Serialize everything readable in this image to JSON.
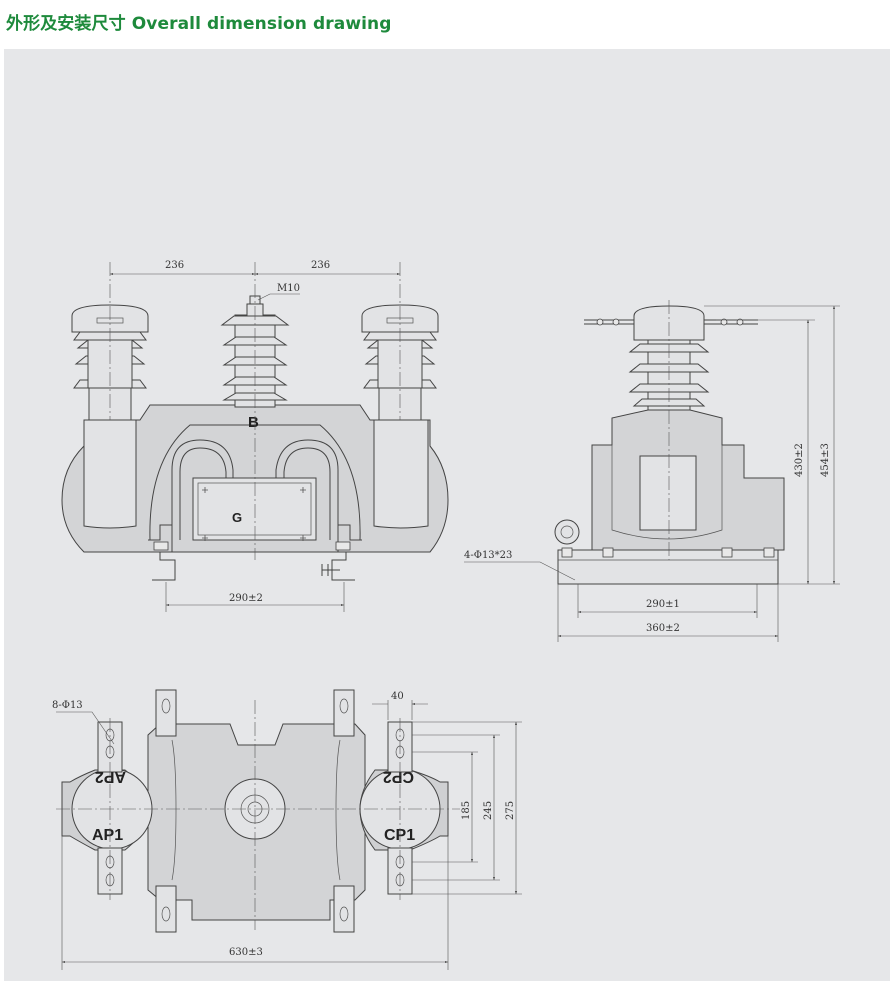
{
  "title": "外形及安装尺寸 Overall dimension drawing",
  "colors": {
    "title": "#1e8a3c",
    "panel": "#e6e7e9",
    "body": "#d3d4d6",
    "line": "#444444"
  },
  "front_view": {
    "dim_left_spacing": "236",
    "dim_right_spacing": "236",
    "thread_label": "M10",
    "terminal_b": "B",
    "nameplate": "G",
    "dim_mount_width": "290±2"
  },
  "side_view": {
    "hole_spec": "4-Φ13*23",
    "dim_height_body": "430±2",
    "dim_height_total": "454±3",
    "dim_mount_width": "290±1",
    "dim_base_width": "360±2"
  },
  "top_view": {
    "hole_spec": "8-Φ13",
    "dim_bracket": "40",
    "dim_185": "185",
    "dim_245": "245",
    "dim_275": "275",
    "dim_overall_width": "630±3",
    "terminal_ap2": "AP2",
    "terminal_ap1": "AP1",
    "terminal_cp2": "CP2",
    "terminal_cp1": "CP1"
  }
}
